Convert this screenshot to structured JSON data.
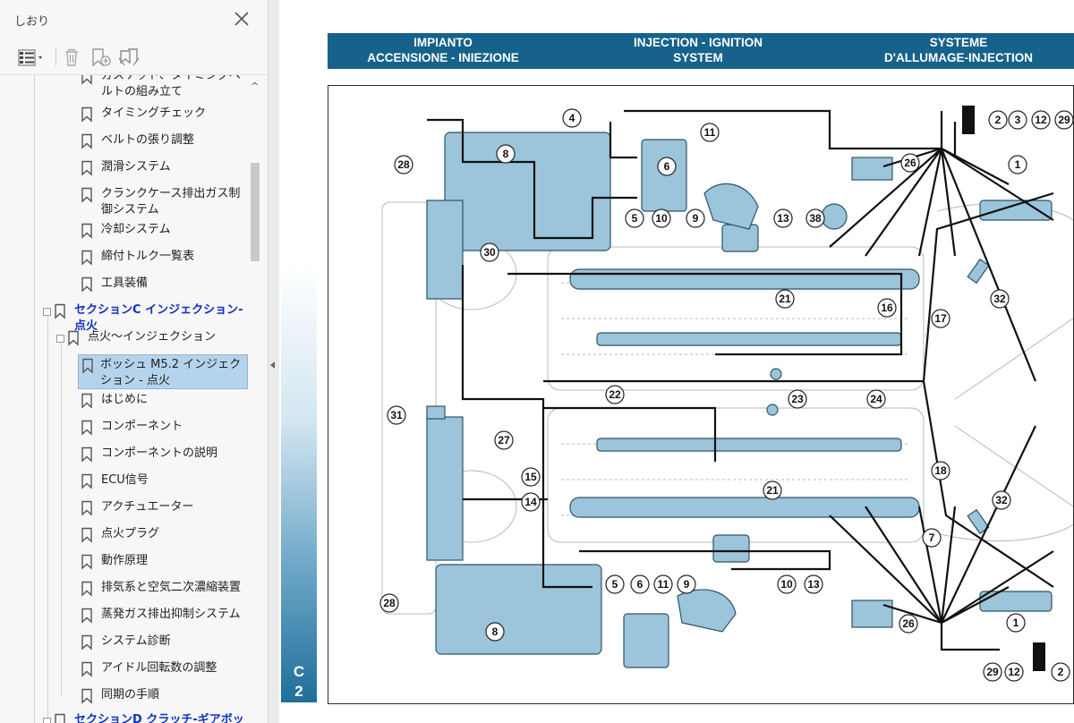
{
  "sidebar": {
    "title": "しおり",
    "items": [
      {
        "label": "ガスケット、タイミングベルトの組み立て"
      },
      {
        "label": "タイミングチェック"
      },
      {
        "label": "ベルトの張り調整"
      },
      {
        "label": "潤滑システム"
      },
      {
        "label": "クランクケース排出ガス制御システム"
      },
      {
        "label": "冷却システム"
      },
      {
        "label": "締付トルク一覧表"
      },
      {
        "label": "工具装備"
      },
      {
        "label": "セクションC インジェクション-点火"
      },
      {
        "label": "点火～インジェクション"
      },
      {
        "label": "ボッシュ M5.2 インジェクション - 点火"
      },
      {
        "label": "はじめに"
      },
      {
        "label": "コンポーネント"
      },
      {
        "label": "コンポーネントの説明"
      },
      {
        "label": "ECU信号"
      },
      {
        "label": "アクチュエーター"
      },
      {
        "label": "点火プラグ"
      },
      {
        "label": "動作原理"
      },
      {
        "label": "排気系と空気二次濃縮装置"
      },
      {
        "label": "蒸発ガス排出抑制システム"
      },
      {
        "label": "システム診断"
      },
      {
        "label": "アイドル回転数の調整"
      },
      {
        "label": "同期の手順"
      },
      {
        "label": "セクションD クラッチ-ギアボックス"
      }
    ]
  },
  "document": {
    "header": {
      "italian": "IMPIANTO\nACCENSIONE - INIEZIONE",
      "english": "INJECTION - IGNITION\nSYSTEM",
      "french": "SYSTEME\nD'ALLUMAGE-INJECTION"
    },
    "page_tag": "C\n2",
    "diagram_labels": [
      "1",
      "2",
      "3",
      "4",
      "5",
      "6",
      "7",
      "8",
      "9",
      "10",
      "11",
      "12",
      "13",
      "14",
      "15",
      "16",
      "17",
      "18",
      "21",
      "22",
      "23",
      "24",
      "26",
      "27",
      "28",
      "29",
      "30",
      "31",
      "32",
      "38"
    ]
  },
  "colors": {
    "header_band": "#16628a",
    "component_fill": "#9cc4da",
    "selected_item": "#b6d3ec",
    "section_link": "#1030c0"
  }
}
